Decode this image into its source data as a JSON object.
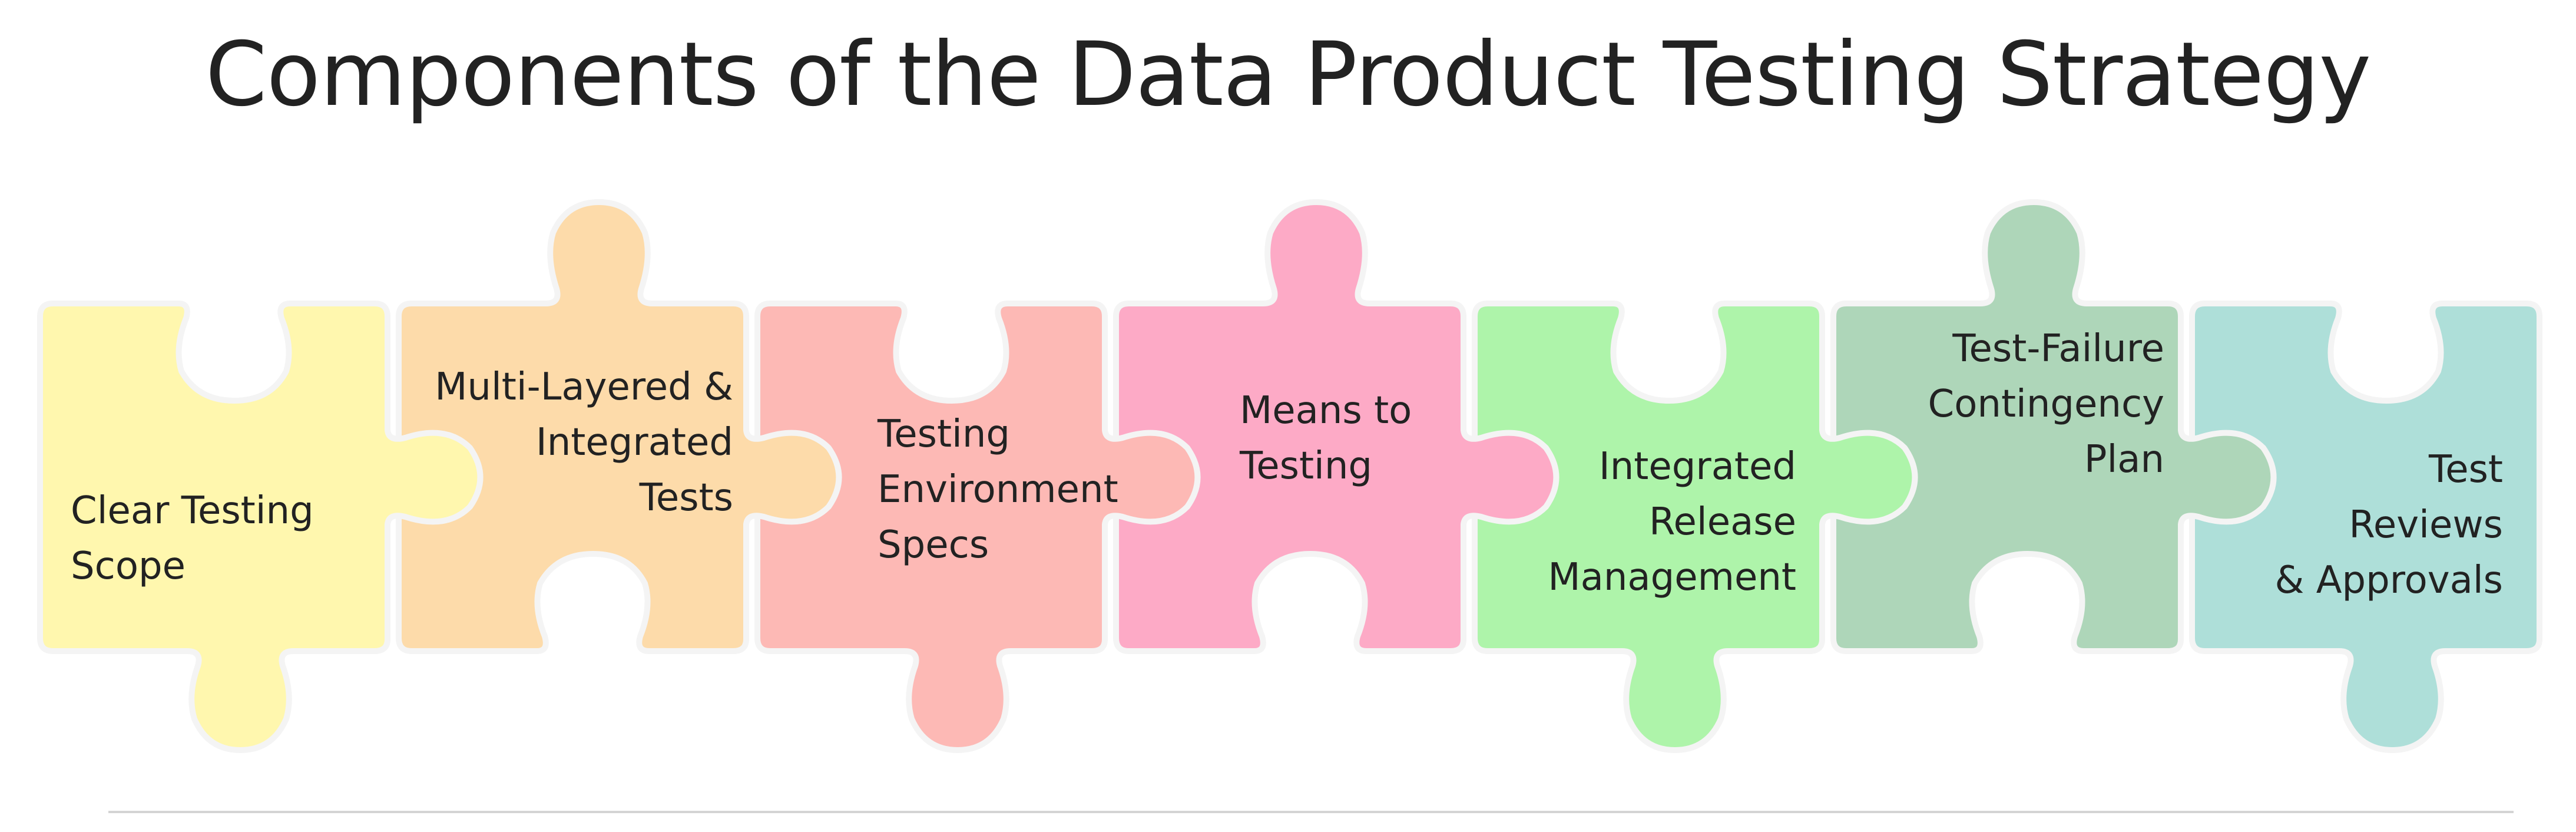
{
  "title": "Components of the Data Product Testing Strategy",
  "pieces": [
    {
      "label_lines": [
        "Clear Testing",
        "Scope"
      ],
      "color": "#fff7ae",
      "align": "left"
    },
    {
      "label_lines": [
        "Multi-Layered &",
        "Integrated",
        "Tests"
      ],
      "color": "#fddbaa",
      "align": "right"
    },
    {
      "label_lines": [
        "Testing",
        "Environment",
        "Specs"
      ],
      "color": "#fdb9b5",
      "align": "left"
    },
    {
      "label_lines": [
        "Means to",
        "Testing"
      ],
      "color": "#fdaac6",
      "align": "left"
    },
    {
      "label_lines": [
        "Integrated",
        "Release",
        "Management"
      ],
      "color": "#aef4aa",
      "align": "right"
    },
    {
      "label_lines": [
        "Test-Failure",
        "Contingency",
        "Plan"
      ],
      "color": "#aed6b9",
      "align": "right"
    },
    {
      "label_lines": [
        "Test",
        "Reviews",
        "& Approvals"
      ],
      "color": "#aedfd9",
      "align": "right"
    }
  ]
}
